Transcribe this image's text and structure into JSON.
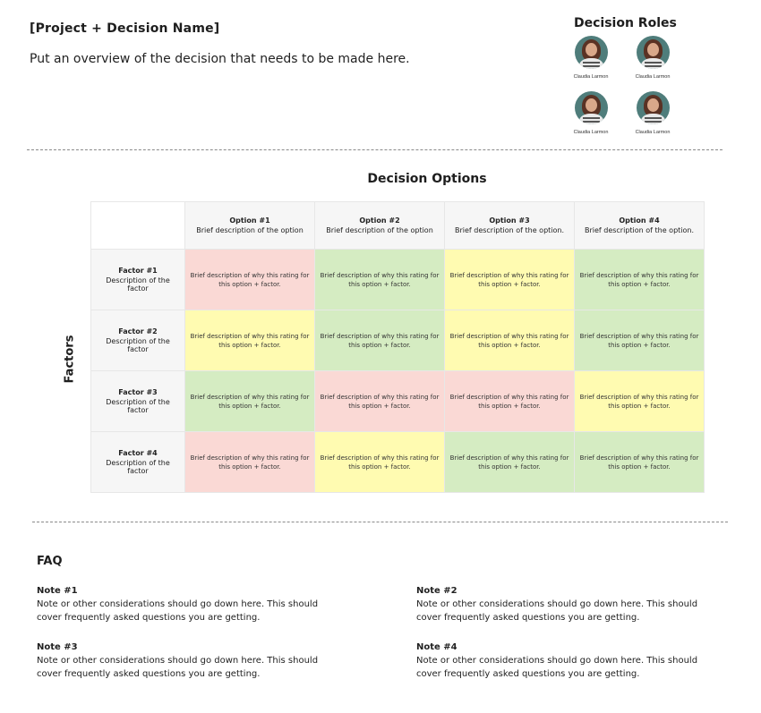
{
  "header": {
    "project_title": "[Project + Decision Name]",
    "overview": "Put an overview of the decision that needs to be made here."
  },
  "roles": {
    "title": "Decision Roles",
    "people": [
      {
        "name": "Claudia Larmon"
      },
      {
        "name": "Claudia Larmon"
      },
      {
        "name": "Claudia Larmon"
      },
      {
        "name": "Claudia Larmon"
      }
    ]
  },
  "matrix": {
    "title": "Decision Options",
    "row_axis_label": "Factors",
    "options": [
      {
        "name": "Option #1",
        "desc": "Brief description of the option"
      },
      {
        "name": "Option #2",
        "desc": "Brief description of the option"
      },
      {
        "name": "Option #3",
        "desc": "Brief description of the option."
      },
      {
        "name": "Option #4",
        "desc": "Brief description of the option."
      }
    ],
    "factors": [
      {
        "name": "Factor #1",
        "desc": "Description of the factor"
      },
      {
        "name": "Factor #2",
        "desc": "Description of the factor"
      },
      {
        "name": "Factor #3",
        "desc": "Description of the factor"
      },
      {
        "name": "Factor #4",
        "desc": "Description of the factor"
      }
    ],
    "cell_text": "Brief description of why this rating for this option + factor.",
    "rating_colors": {
      "red": "#fad9d5",
      "green": "#d5ecc2",
      "yellow": "#fffbb1"
    },
    "ratings": [
      [
        "red",
        "green",
        "yellow",
        "green"
      ],
      [
        "yellow",
        "green",
        "yellow",
        "green"
      ],
      [
        "green",
        "red",
        "red",
        "yellow"
      ],
      [
        "red",
        "yellow",
        "green",
        "green"
      ]
    ]
  },
  "faq": {
    "title": "FAQ",
    "notes": [
      {
        "title": "Note #1",
        "body": "Note or other considerations should go down here.  This should cover frequently asked questions you are getting."
      },
      {
        "title": "Note #2",
        "body": "Note or other considerations should go down here. This should cover frequently asked questions you are getting."
      },
      {
        "title": "Note #3",
        "body": "Note or other considerations should go down here. This should cover frequently asked questions you are getting."
      },
      {
        "title": "Note #4",
        "body": "Note or other considerations should go down here. This should cover frequently asked questions you are getting."
      }
    ]
  }
}
